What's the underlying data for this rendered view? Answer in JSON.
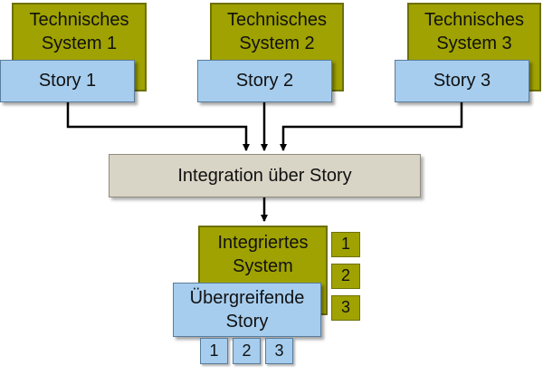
{
  "systems": [
    {
      "title": "Technisches System 1",
      "story": "Story 1"
    },
    {
      "title": "Technisches System 2",
      "story": "Story 2"
    },
    {
      "title": "Technisches System 3",
      "story": "Story 3"
    }
  ],
  "integration": {
    "label": "Integration über Story"
  },
  "integrated_system": {
    "title": "Integriertes System",
    "side_badges": [
      "1",
      "2",
      "3"
    ]
  },
  "overall_story": {
    "label": "Übergreifende Story",
    "bottom_badges": [
      "1",
      "2",
      "3"
    ]
  }
}
